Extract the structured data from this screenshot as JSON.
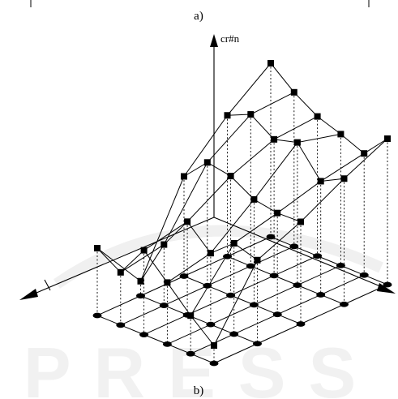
{
  "caption_top": "a)",
  "caption_bottom": "b)",
  "axis_label": "cr#n",
  "watermark": "PRESS",
  "colors": {
    "ink": "#000000",
    "watermark": "#d9d9d9"
  }
}
